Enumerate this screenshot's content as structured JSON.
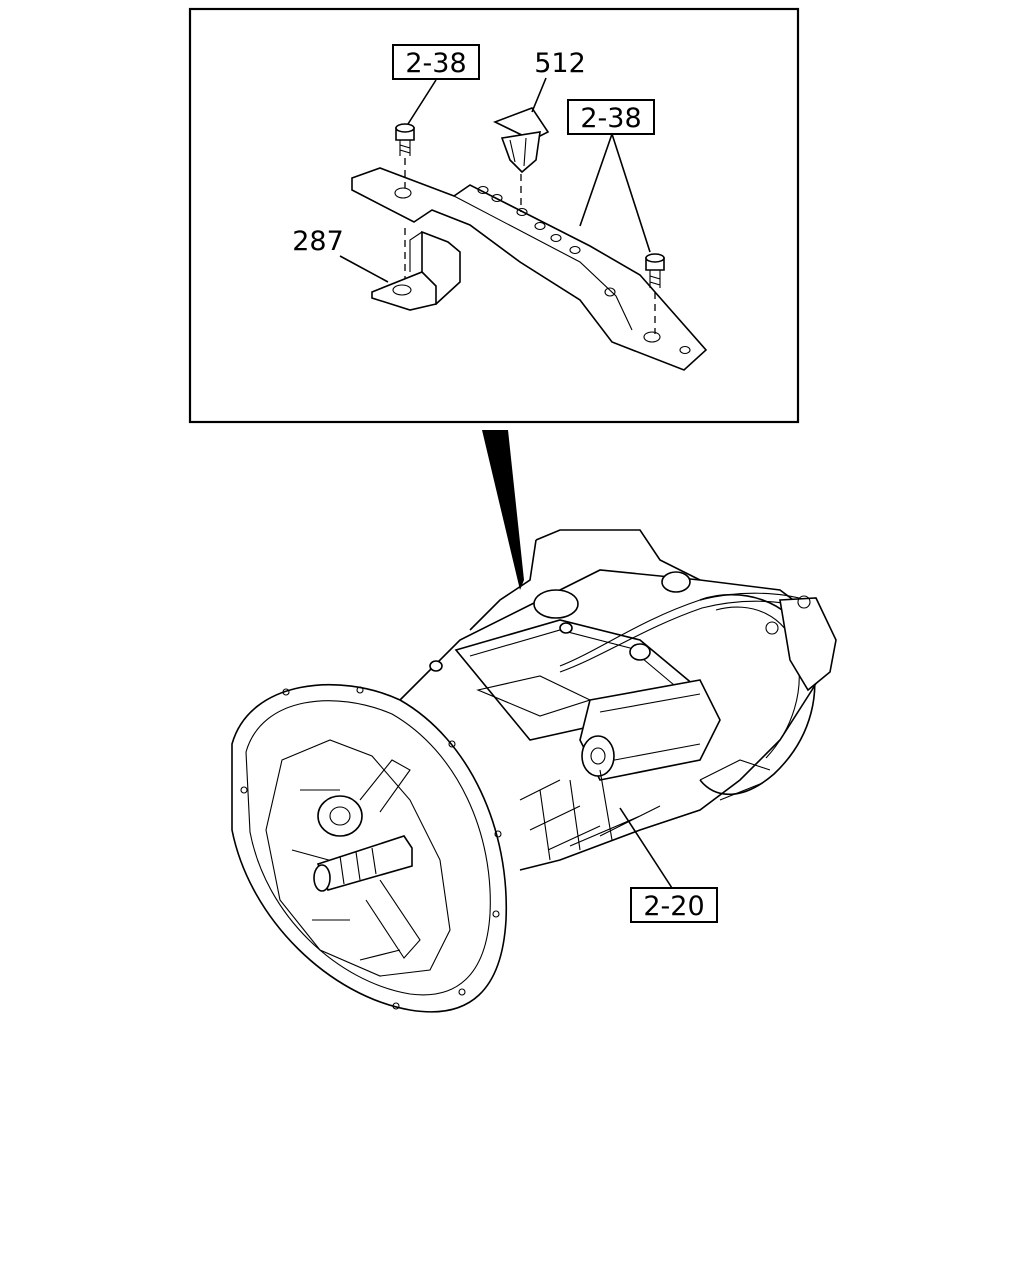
{
  "callouts": {
    "bolt_left": "2-38",
    "clip": "512",
    "bolt_right": "2-38",
    "bracket": "287",
    "transmission": "2-20"
  },
  "colors": {
    "line": "#000000",
    "background": "#ffffff"
  }
}
